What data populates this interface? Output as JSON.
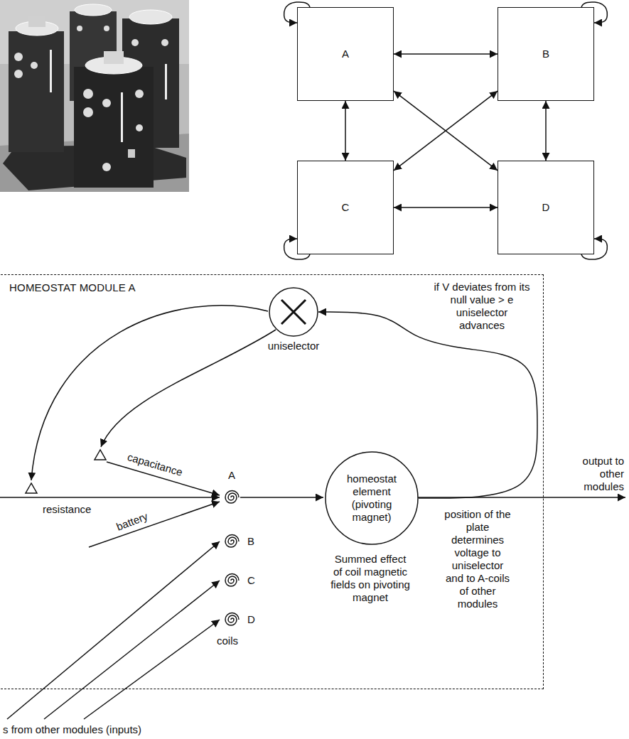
{
  "diagram": {
    "nodes": [
      {
        "text": [
          "A"
        ]
      },
      {
        "text": [
          "B"
        ]
      },
      {
        "text": [
          "C"
        ]
      },
      {
        "text": [
          "D"
        ]
      },
      {
        "text": [
          "HOMEOSTAT MODULE A"
        ]
      },
      {
        "text": [
          "uniselector"
        ],
        "in": 4
      },
      {
        "text": [
          "homeostat element (pivoting magnet)"
        ],
        "in": 4
      }
    ],
    "edges": [
      {
        "from": 0,
        "to": 0,
        "arrow": "to"
      },
      {
        "from": 1,
        "to": 1,
        "arrow": "to"
      },
      {
        "from": 0,
        "to": 1,
        "arrow": "both"
      },
      {
        "from": 0,
        "to": 2,
        "arrow": "both"
      },
      {
        "from": 1,
        "to": 3,
        "arrow": "both"
      },
      {
        "from": 0,
        "to": 3,
        "arrow": "both"
      },
      {
        "from": 1,
        "to": 2,
        "arrow": "both"
      },
      {
        "from": 2,
        "to": 3,
        "arrow": "both"
      },
      {
        "from": 2,
        "to": 2,
        "arrow": "to"
      },
      {
        "from": 3,
        "to": 3,
        "arrow": "to"
      },
      {
        "from": 6,
        "to": 5,
        "arrow": "to"
      }
    ],
    "labels": [
      "if V deviates from its null value > e uniselector advances",
      "capacitance",
      "resistance",
      "battery",
      "A",
      "B",
      "C",
      "D",
      "coils",
      "Summed effect of coil magnetic fields on pivoting magnet",
      "position of the plate determines voltage to uniselector and to A-coils of other modules",
      "output to other modules",
      "s from other modules (inputs)"
    ]
  }
}
